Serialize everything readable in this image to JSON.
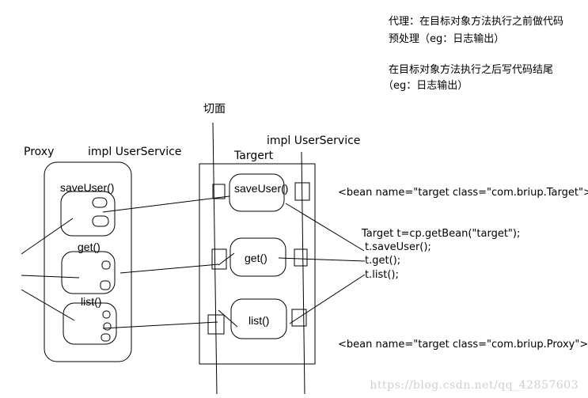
{
  "notes": {
    "before_line1": "代理：在目标对象方法执行之前做代码",
    "before_line2": "预处理（eg：日志输出）",
    "after_line1": "在目标对象方法执行之后写代码结尾",
    "after_line2": "（eg：日志输出）"
  },
  "labels": {
    "aspect": "切面",
    "proxy": "Proxy",
    "proxy_impl": "impl UserService",
    "target_impl": "impl UserService",
    "target": "Targert"
  },
  "proxy_methods": [
    "saveUser()",
    "get()",
    "list()"
  ],
  "target_methods": [
    "saveUser()",
    "get()",
    "list()"
  ],
  "code": {
    "bean_target": "<bean name=\"target class=\"com.briup.Target\">",
    "line1": "Target t=cp.getBean(\"target\");",
    "line2": "t.saveUser();",
    "line3": "t.get();",
    "line4": "t.list();",
    "bean_proxy": "<bean name=\"target class=\"com.briup.Proxy\">"
  },
  "watermark": "https://blog.csdn.net/qq_42857603"
}
